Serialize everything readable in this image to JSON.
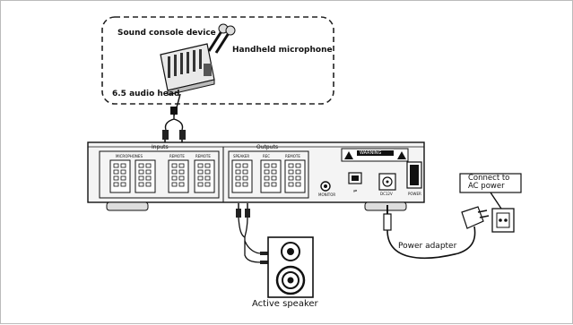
{
  "labels": {
    "sound_console": "Sound console  device",
    "handheld_mic": "Handheld microphone",
    "audio_head": "6.5 audio head",
    "inputs": "Inputs",
    "outputs": "Outputs",
    "microphones": "MICROPHONES",
    "in1": "REMOTE",
    "in2": "REMOTE",
    "out_speaker": "SPEAKER",
    "out_rec": "REC",
    "out_rec2": "REMOTE",
    "monitor": "MONITOR",
    "warning": "WARNING",
    "dc": "DC12V",
    "power": "POWER",
    "connect_ac": "Connect to AC power",
    "power_adapter": "Power adapter",
    "active_speaker": "Active  speaker"
  },
  "colors": {
    "line": "#111111",
    "panel": "#f2f2f2",
    "dash": "#222222"
  }
}
